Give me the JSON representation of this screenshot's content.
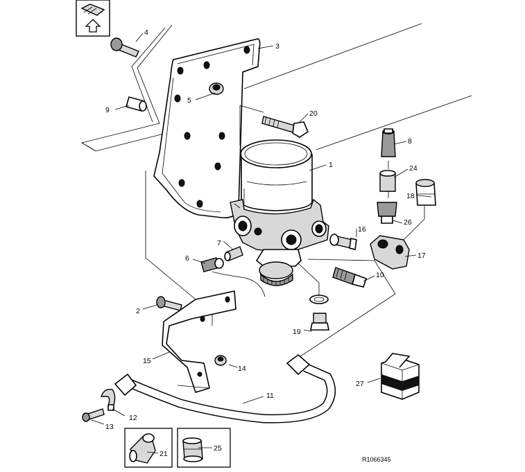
{
  "diagram": {
    "reference_code": "R1066345",
    "part_labels": {
      "p1": "1",
      "p2": "2",
      "p3": "3",
      "p4": "4",
      "p5": "5",
      "p6": "6",
      "p7": "7",
      "p8": "8",
      "p9": "9",
      "p10": "10",
      "p11": "11",
      "p12": "12",
      "p13": "13",
      "p14": "14",
      "p15": "15",
      "p16": "16",
      "p17": "17",
      "p18": "18",
      "p19": "19",
      "p20": "20",
      "p21": "21",
      "p24": "24",
      "p25": "25",
      "p26": "26",
      "p27": "27"
    },
    "icons": {
      "orientation": "forward-arrow-icon",
      "inset_21": "elbow-fitting-icon",
      "inset_25": "straight-fitting-icon",
      "kit_27": "repair-kit-box-icon"
    }
  }
}
